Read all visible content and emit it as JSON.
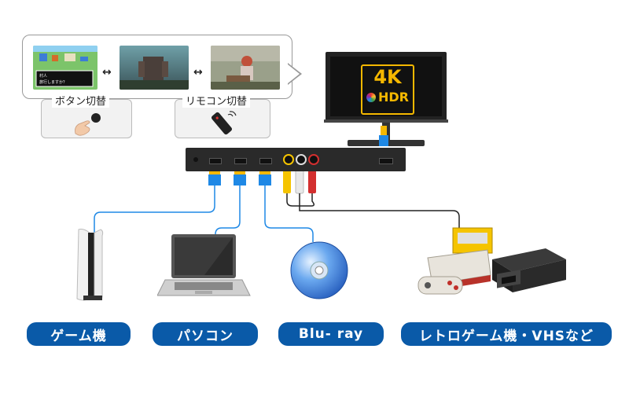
{
  "bubble": {
    "dialog_line1": "村人",
    "dialog_line2": "旅行しますか？"
  },
  "modes": {
    "button_switch_label": "ボタン切替",
    "remote_switch_label": "リモコン切替"
  },
  "monitor": {
    "badge_top": "4K",
    "badge_bottom": "HDR"
  },
  "devices": {
    "game_label": "ゲーム機",
    "pc_label": "パソコン",
    "bluray_label": "Blu- ray",
    "retro_label": "レトロゲーム機・VHSなど"
  },
  "colors": {
    "accent_blue": "#0a5aa8",
    "cable_blue": "#1e88e5",
    "hdmi_yellow": "#f5b800",
    "rca_yellow": "#f5c400",
    "rca_white": "#e8e8e8",
    "rca_red": "#d32f2f"
  }
}
